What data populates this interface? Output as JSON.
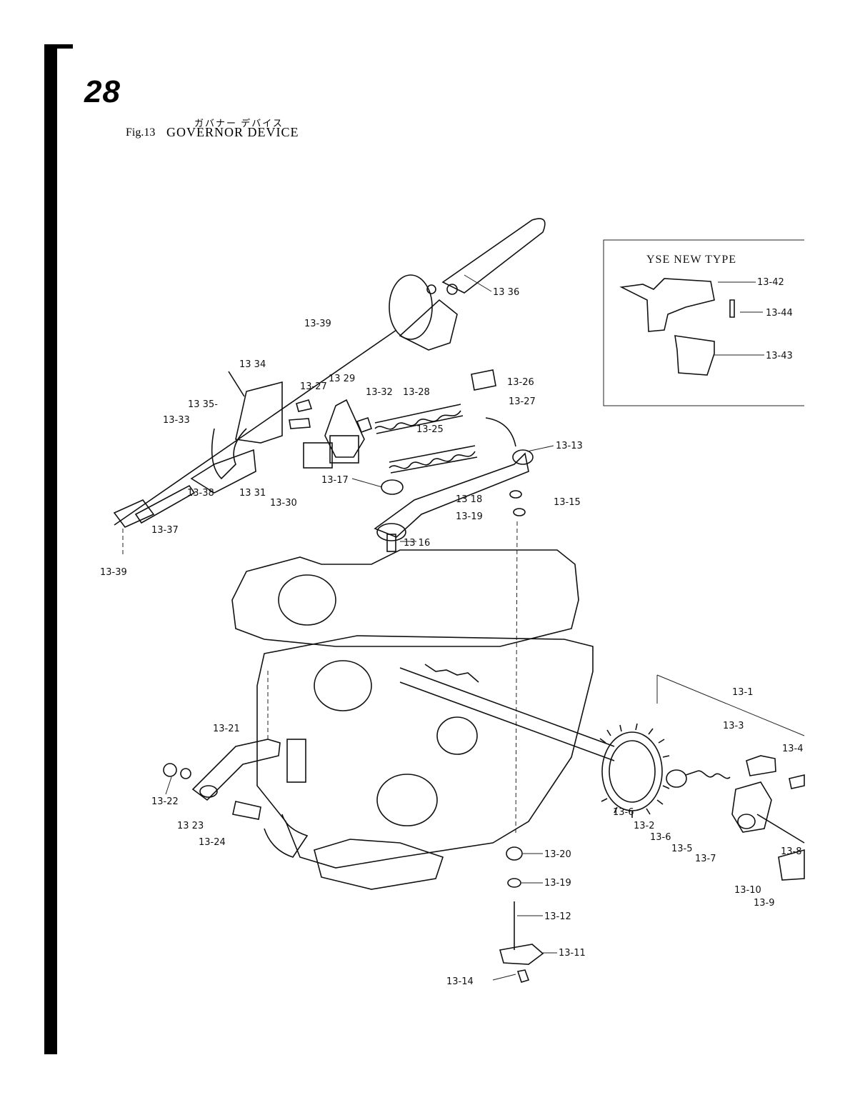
{
  "page": {
    "number": "28",
    "figure_japanese": "ガバナー デバイス",
    "figure_label": "Fig.13",
    "figure_title": "GOVERNOR DEVICE"
  },
  "inset": {
    "title": "YSE NEW TYPE",
    "labels": [
      "13-42",
      "13-44",
      "13-43"
    ]
  },
  "callouts": {
    "c13_36": "13 36",
    "c13_39a": "13-39",
    "c13_34": "13 34",
    "c13_35": "13 35-",
    "c13_33": "13-33",
    "c13_27a": "13-27",
    "c13_29": "13 29",
    "c13_32": "13-32",
    "c13_28": "13-28",
    "c13_26": "13-26",
    "c13_27b": "13-27",
    "c13_25": "13-25",
    "c13_13": "13-13",
    "c13_38": "13-38",
    "c13_31": "13 31",
    "c13_30": "13-30",
    "c13_17": "13-17",
    "c13_18": "13 18",
    "c13_19a": "13-19",
    "c13_15": "13-15",
    "c13_16": "13 16",
    "c13_37": "13-37",
    "c13_39b": "13-39",
    "c13_1": "13-1",
    "c13_3": "13-3",
    "c13_4": "13-4",
    "c13_21": "13-21",
    "c13_22": "13-22",
    "c13_23": "13 23",
    "c13_24": "13-24",
    "c13_6a": "13-6",
    "c13_2": "13-2",
    "c13_6b": "13-6",
    "c13_5": "13-5",
    "c13_7": "13-7",
    "c13_8": "13-8",
    "c13_10": "13-10",
    "c13_9": "13-9",
    "c13_20": "13-20",
    "c13_19b": "13-19",
    "c13_12": "13-12",
    "c13_11": "13-11",
    "c13_14": "13-14"
  }
}
